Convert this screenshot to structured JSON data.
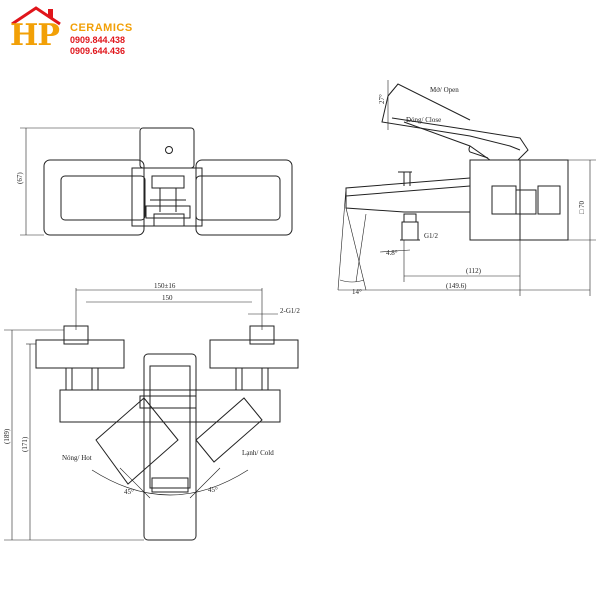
{
  "logo": {
    "mark": "HP",
    "brand": "CERAMICS",
    "phone_1": "0909.844.438",
    "phone_2": "0909.644.436",
    "colors": {
      "mark": "#f2a007",
      "roof": "#e0151b",
      "phones": "#e0151b"
    }
  },
  "top_view": {
    "dim_height": "(67)"
  },
  "side_view": {
    "angle_top": "27°",
    "label_open": "Mở/ Open",
    "label_close": "Đóng/ Close",
    "dim_square": "□ 70",
    "thread": "G1/2",
    "angle_small": "4.8°",
    "angle_spout": "14°",
    "dim_112": "(112)",
    "dim_149": "(149.6)"
  },
  "front_view": {
    "dim_150_16": "150±16",
    "dim_150": "150",
    "thread": "2-G1/2",
    "dim_189": "(189)",
    "dim_171": "(171)",
    "label_hot": "Nóng/ Hot",
    "label_cold": "Lạnh/ Cold",
    "angle_left": "45°",
    "angle_right": "45°"
  }
}
